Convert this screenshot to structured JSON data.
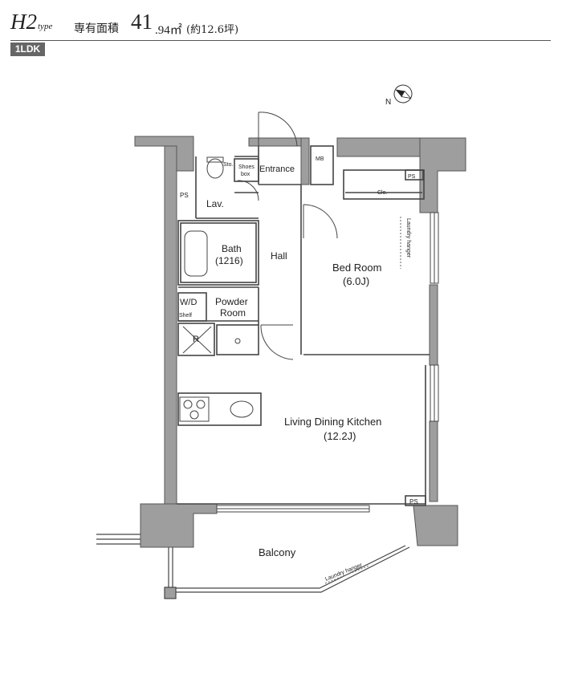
{
  "header": {
    "type_code": "H2",
    "type_suffix": "type",
    "area_label": "専有面積",
    "area_int": "41",
    "area_dec": ".94㎡",
    "area_approx": "(約12.6坪)",
    "layout_badge": "1LDK"
  },
  "plan": {
    "rooms": {
      "entrance": "Entrance",
      "shoes_box_1": "Shoes",
      "shoes_box_2": "box",
      "storage": "Sto.",
      "mb": "MB",
      "ps_lav": "PS",
      "lav": "Lav.",
      "bath_1": "Bath",
      "bath_2": "(1216)",
      "hall": "Hall",
      "bedroom_1": "Bed Room",
      "bedroom_2": "(6.0J)",
      "closet": "Clo.",
      "ps_closet": "PS",
      "laundry_hanger_bed": "Laundry hanger",
      "wd": "W/D",
      "shelf": "Shelf",
      "powder_1": "Powder",
      "powder_2": "Room",
      "fridge": "R",
      "ldk_1": "Living Dining Kitchen",
      "ldk_2": "(12.2J)",
      "ps_ldk": "PS",
      "balcony": "Balcony",
      "laundry_hanger_balcony": "Laundry hanger"
    },
    "compass": {
      "label": "N"
    }
  },
  "colors": {
    "wall": "#9e9e9e",
    "wall_edge": "#555555",
    "line": "#444444",
    "background": "#ffffff"
  }
}
